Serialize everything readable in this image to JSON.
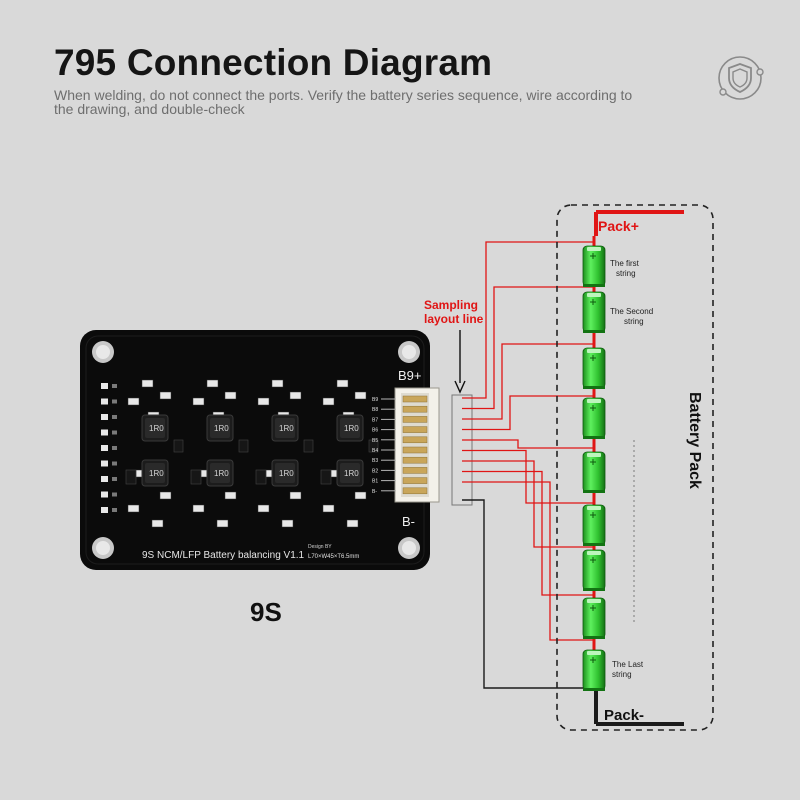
{
  "header": {
    "title": "795 Connection Diagram",
    "subtitle": "When welding, do not connect the ports. Verify the battery series sequence, wire according to the drawing, and double-check"
  },
  "logo_icon": "shield-icon",
  "board": {
    "silkscreen": "9S NCM/LFP Battery balancing V1.1",
    "design_note": "Design BY",
    "dimensions": "L70×W45×T6.5mm",
    "top_terminal": "B9+",
    "bottom_terminal": "B-",
    "inductor_label": "1R0",
    "pin_labels": [
      "B9",
      "B8",
      "B7",
      "B6",
      "B5",
      "B4",
      "B3",
      "B2",
      "B1",
      "B-"
    ]
  },
  "series_label": "9S",
  "sampling_label_line1": "Sampling",
  "sampling_label_line2": "layout line",
  "battery_pack": {
    "label": "Battery Pack",
    "pack_plus": "Pack+",
    "pack_minus": "Pack-",
    "first_string": [
      "The first",
      "string"
    ],
    "second_string": [
      "The Second",
      "string"
    ],
    "last_string": [
      "The Last",
      "string"
    ],
    "cell_count": 9
  },
  "colors": {
    "background": "#d9d9d9",
    "wire_positive": "#e01515",
    "wire_negative": "#1a1a1a",
    "cell": "#3fd63f",
    "board": "#0d0d0d"
  }
}
